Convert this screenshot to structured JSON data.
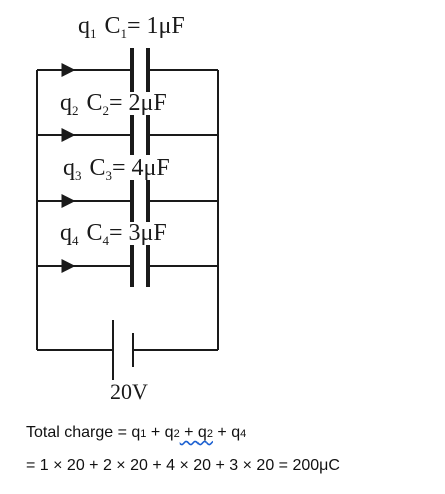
{
  "capacitors": [
    {
      "q": "q",
      "q_sub": "1",
      "c": "C",
      "c_sub": "1",
      "value": "= 1μF"
    },
    {
      "q": "q",
      "q_sub": "2",
      "c": "C",
      "c_sub": "2",
      "value": "= 2μF"
    },
    {
      "q": "q",
      "q_sub": "3",
      "c": "C",
      "c_sub": "3",
      "value": "= 4μF"
    },
    {
      "q": "q",
      "q_sub": "4",
      "c": "C",
      "c_sub": "4",
      "value": "= 3μF"
    }
  ],
  "battery": {
    "label": "20V"
  },
  "formula": {
    "line1": {
      "prefix": "Total charge = q",
      "s1": "1",
      "t1": " + q",
      "s2": "2",
      "plus_marked": " + ",
      "q_marked": "q",
      "s3": "2",
      "t3": " + q",
      "s4": "4"
    },
    "line2": "= 1 × 20 + 2 × 20 + 4 × 20 + 3 × 20 = 200μC"
  },
  "colors": {
    "ink": "#1a1a1a",
    "wavy": "#1a5fd0"
  }
}
